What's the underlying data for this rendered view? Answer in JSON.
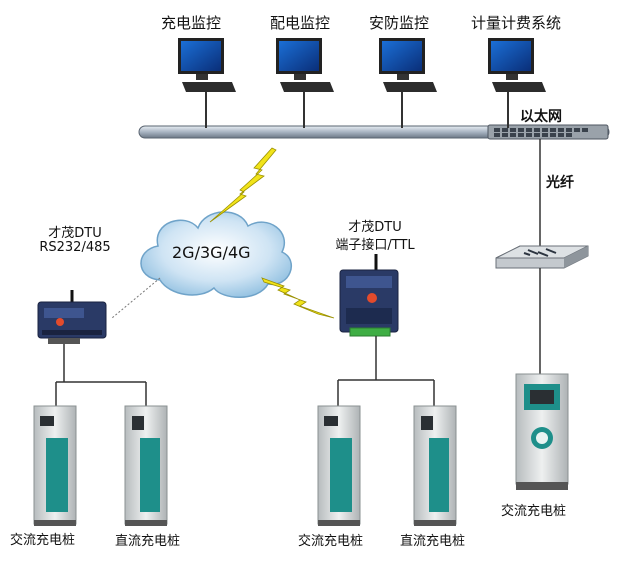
{
  "monitors": [
    {
      "label": "充电监控"
    },
    {
      "label": "配电监控"
    },
    {
      "label": "安防监控"
    },
    {
      "label": "计量计费系统"
    }
  ],
  "network": {
    "ethernet_label": "以太网",
    "fiber_label": "光纤",
    "wireless_label": "2G/3G/4G"
  },
  "dtu_left": {
    "line1": "才茂DTU",
    "line2": "RS232/485"
  },
  "dtu_right": {
    "line1": "才茂DTU",
    "line2": "端子接口/TTL"
  },
  "chargers": [
    {
      "label": "交流充电桩"
    },
    {
      "label": "直流充电桩"
    },
    {
      "label": "交流充电桩"
    },
    {
      "label": "直流充电桩"
    },
    {
      "label": "交流充电桩"
    }
  ],
  "colors": {
    "pile": "#1e8f8a",
    "pile_body": "#d9dcdc",
    "device": "#2a3a66",
    "terminal": "#3fae44",
    "switch": "#a9aeb4",
    "lightning": "#f1e31a"
  }
}
